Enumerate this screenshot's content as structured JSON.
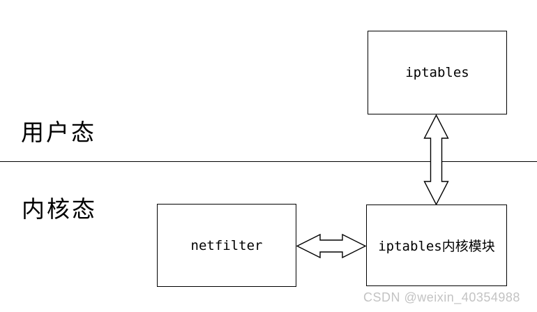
{
  "diagram": {
    "title_implicit": "iptables / netfilter architecture",
    "zone_labels": {
      "user_space": "用户态",
      "kernel_space": "内核态"
    },
    "boxes": {
      "iptables": "iptables",
      "netfilter": "netfilter",
      "kernel_module": "iptables内核模块"
    },
    "connectors": {
      "vertical_double_arrow": "between iptables and iptables内核模块",
      "horizontal_double_arrow": "between netfilter and iptables内核模块"
    },
    "watermark": "CSDN @weixin_40354988",
    "colors": {
      "background": "#ffffff",
      "line": "#000000",
      "watermark": "#c3c3c3"
    }
  }
}
